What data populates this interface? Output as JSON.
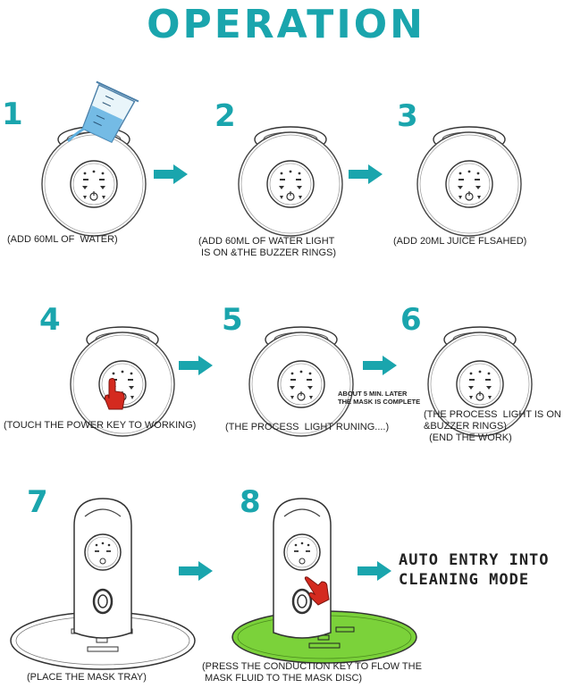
{
  "title": "OPERATION",
  "colors": {
    "accent": "#1aa5ad",
    "tray_fluid": "#7bd23a",
    "hand": "#d42a1f"
  },
  "steps": [
    {
      "number": "1",
      "caption": "(ADD 60ML OF  WATER)"
    },
    {
      "number": "2",
      "caption": "(ADD 60ML OF WATER LIGHT\n IS ON &THE BUZZER RINGS)"
    },
    {
      "number": "3",
      "caption": "(ADD 20ML JUICE FLSAHED)"
    },
    {
      "number": "4",
      "caption": "(TOUCH THE POWER KEY TO WORKING)"
    },
    {
      "number": "5",
      "caption": "(THE PROCESS  LIGHT RUNING....)"
    },
    {
      "number": "6",
      "caption": "(THE PROCESS  LIGHT IS ON\n&BUZZER RINGS)\n  (END THE WORK)"
    },
    {
      "number": "7",
      "caption": "(PLACE THE MASK TRAY)"
    },
    {
      "number": "8",
      "caption": "(PRESS THE CONDUCTION KEY TO FLOW THE\n MASK FLUID TO THE MASK DISC)"
    }
  ],
  "note_after_5": "ABOUT 5 MIN. LATER\nTHE MASK IS COMPLETE",
  "auto_entry": "AUTO ENTRY INTO\nCLEANING MODE",
  "icons": [
    "measuring-cup-icon",
    "arrow-right-icon",
    "pointing-hand-icon",
    "power-icon"
  ]
}
